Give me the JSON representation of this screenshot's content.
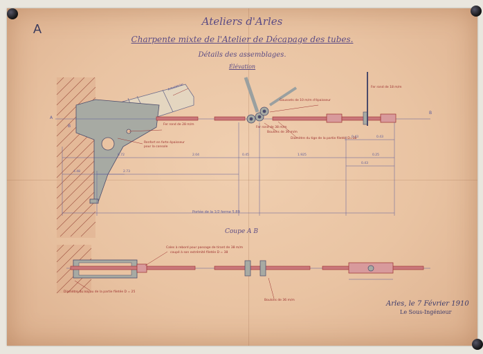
{
  "sheet": {
    "corner_letter": "A",
    "title": "Ateliers d'Arles",
    "subtitle": "Charpente mixte de l'Atelier de Décapage des tubes.",
    "details": "Détails des assemblages.",
    "elevation_label": "Élévation",
    "section_label": "Coupe A B",
    "signature_date": "Arles, le 7 Février 1910",
    "signature_title": "Le Sous-Ingénieur"
  },
  "annotations": {
    "point_a": "A",
    "point_b": "B",
    "point_b_left": "B",
    "arbaletrier": "Arbalétrier",
    "tirant_1": "Fer rond de 28 m/m",
    "tirant_2": "Fer rond de 38 m/m",
    "goussets": "Goussets de 10 m/m d'épaisseur",
    "boulons": "Boulons de 36 m/m",
    "diametre_tige": "Diamètre du tige de la partie filetée D=38",
    "rond_vertical": "Fer rond de 18 m/m",
    "boulons_bas": "Boulons de 36 m/m",
    "dim_portee": "Portée de la 1/2 ferme 5.89",
    "detail_left_1": "Renfort en forte épaisseur",
    "detail_left_2": "pour la console",
    "cale_note": "Cales à rebord pour passage de tirant de 38 m/m",
    "cale_note2": "coupé à son extrémité filetée D = 38",
    "diametre_bas": "Diamètre du noyau de la partie filetée D = 25",
    "dim_1": "0.72",
    "dim_2": "2.04",
    "dim_3": "0.45",
    "dim_4": "1.925",
    "dim_5": "0.25",
    "dim_6": "0.43",
    "dim_7": "2.73",
    "dim_8": "4.48",
    "dim_9": "0.43",
    "dim_10": "0.43"
  },
  "colors": {
    "ink_red": "#b8393a",
    "ink_blue": "#5a5a9a",
    "steel_fill": "#a7aaa3",
    "wall_hatch": "#a55c4a",
    "paper": "#eac5a4"
  }
}
